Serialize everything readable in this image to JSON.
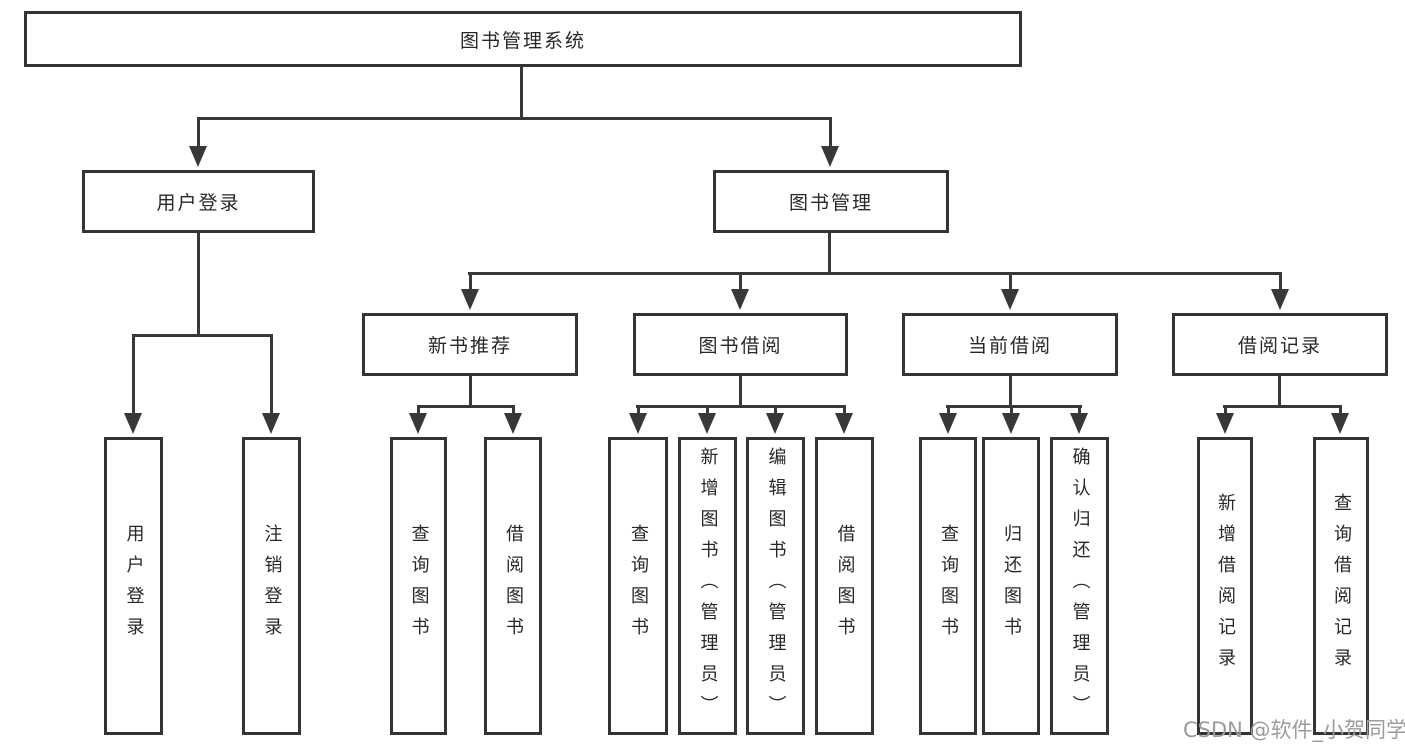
{
  "diagram": {
    "root": "图书管理系统",
    "level2": {
      "user_login": "用户登录",
      "book_mgmt": "图书管理"
    },
    "level3": {
      "new_book": "新书推荐",
      "borrow": "图书借阅",
      "current": "当前借阅",
      "records": "借阅记录"
    },
    "leaves": {
      "user_login_1": "用户登录",
      "user_login_2": "注销登录",
      "new_book_1": "查询图书",
      "new_book_2": "借阅图书",
      "borrow_1": "查询图书",
      "borrow_2": "新增图书（管理员）",
      "borrow_3": "编辑图书（管理员）",
      "borrow_4": "借阅图书",
      "current_1": "查询图书",
      "current_2": "归还图书",
      "current_3": "确认归还（管理员）",
      "records_1": "新增借阅记录",
      "records_2": "查询借阅记录"
    },
    "watermark": "CSDN @软件_小贺同学"
  }
}
